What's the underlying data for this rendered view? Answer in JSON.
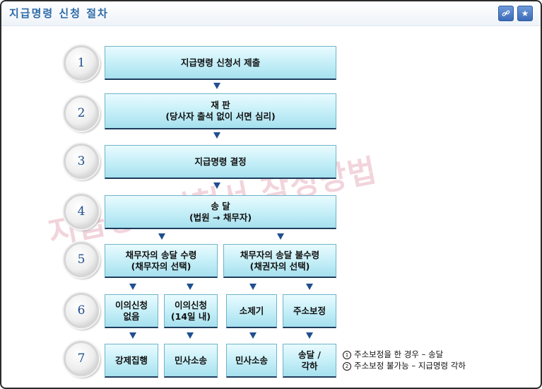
{
  "header": {
    "title": "지급명령 신청 절차",
    "link_button_icon": "link-icon",
    "favorite_button_icon": "star-icon"
  },
  "watermark": "지급명령신청서 작성방법",
  "steps": [
    "1",
    "2",
    "3",
    "4",
    "5",
    "6",
    "7"
  ],
  "boxes": {
    "s1": "지급명령 신청서 제출",
    "s2_line1": "재 판",
    "s2_line2": "(당사자 출석 없이 서면 심리)",
    "s3": "지급명령 결정",
    "s4_line1": "송 달",
    "s4_line2": "(법원 → 채무자)",
    "s5a_line1": "채무자의 송달 수령",
    "s5a_line2": "(채무자의 선택)",
    "s5b_line1": "채무자의 송달 불수령",
    "s5b_line2": "(채권자의 선택)",
    "s6a_line1": "이의신청",
    "s6a_line2": "없음",
    "s6b_line1": "이의신청",
    "s6b_line2": "(14일 내)",
    "s6c": "소제기",
    "s6d": "주소보정",
    "s7a": "강제집행",
    "s7b": "민사소송",
    "s7c": "민사소송",
    "s7d_line1": "송달 /",
    "s7d_line2": "각하"
  },
  "notes": {
    "n1_mark": "1",
    "n1": "주소보정을 한 경우 – 송달",
    "n2_mark": "2",
    "n2": "주소보정 불가능 – 지급명령 각하"
  },
  "colors": {
    "title": "#2d6aa8",
    "box_fill": "#c3eef7",
    "box_border_bottom": "#1f3c5c",
    "arrow": "#1f4f8f",
    "step_number": "#1f4f8f",
    "watermark": "#f2d4dc"
  }
}
